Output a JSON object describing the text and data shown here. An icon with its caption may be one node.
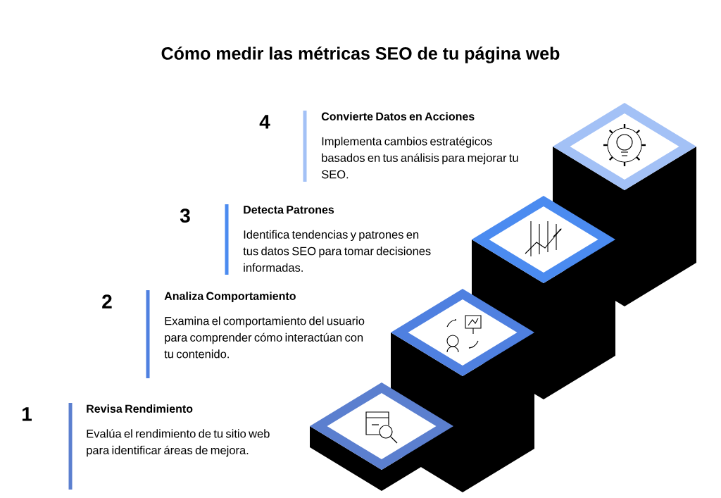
{
  "diagram": {
    "title": "Cómo medir las métricas SEO de tu página web",
    "nodes": [
      {
        "text": [
          "Revisa Rendimiento",
          "Evalúa el rendimiento de tu sitio web para identificar áreas de mejora."
        ],
        "beside": [
          "1"
        ]
      },
      {
        "text": [
          "Analiza Comportamiento",
          "Examina el comportamiento del usuario para comprender cómo interactúan con tu contenido."
        ],
        "beside": [
          "2"
        ]
      },
      {
        "text": [
          "Detecta Patrones",
          "Identifica tendencias y patrones en tus datos SEO para tomar decisiones informadas."
        ],
        "beside": [
          "3"
        ]
      },
      {
        "text": [
          "Convierte Datos en Acciones",
          "Implementa cambios estratégicos basados en tus análisis para mejorar tu SEO."
        ],
        "beside": [
          "4"
        ]
      }
    ]
  }
}
